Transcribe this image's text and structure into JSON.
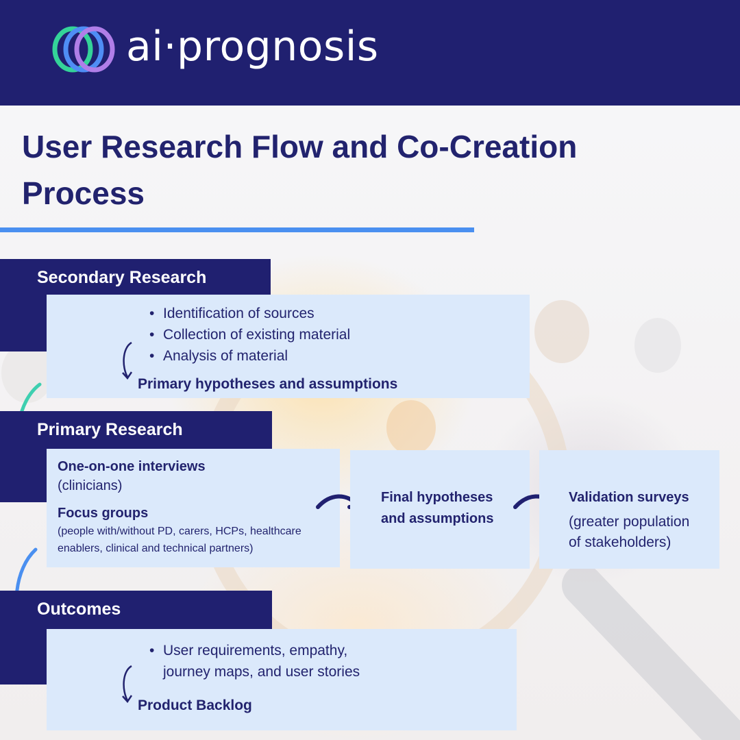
{
  "brand": {
    "name": "ai·prognosis",
    "logo_icon": "interlocking-rings-icon",
    "colors": [
      "#34d399",
      "#4f8df5",
      "#b07ee8"
    ]
  },
  "title": "User Research Flow and Co-Creation Process",
  "colors": {
    "navy": "#202070",
    "panel": "#dbe9fb",
    "accent_rule": "#4a8ff0",
    "arrow_teal": "#3ecfb0",
    "arrow_blue": "#4a8ff0"
  },
  "secondary": {
    "label": "Secondary Research",
    "bullets": [
      "Identification of sources",
      "Collection of existing material",
      "Analysis of material"
    ],
    "result": "Primary hypotheses and assumptions"
  },
  "primary": {
    "label": "Primary Research",
    "interviews_title": "One-on-one interviews",
    "interviews_detail": "(clinicians)",
    "focus_title": "Focus groups",
    "focus_detail_1": "(people with/without PD, carers, HCPs, healthcare",
    "focus_detail_2": "enablers, clinical and technical partners)",
    "final_line1": "Final hypotheses",
    "final_line2": "and assumptions",
    "validation_title": "Validation surveys",
    "validation_line1": "(greater population",
    "validation_line2": "of stakeholders)"
  },
  "outcomes": {
    "label": "Outcomes",
    "bullet_line1": "User requirements, empathy,",
    "bullet_line2": "journey maps, and user stories",
    "result": "Product Backlog"
  }
}
